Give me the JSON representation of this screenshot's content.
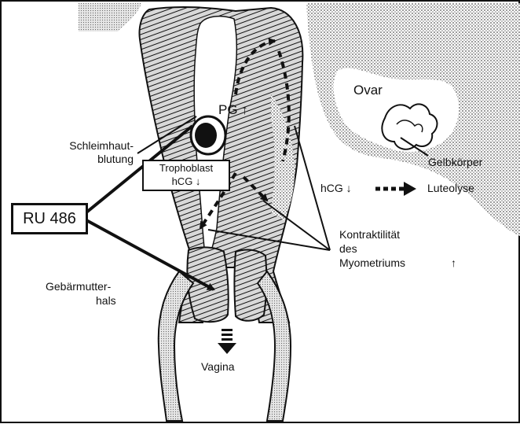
{
  "labels": {
    "ru486": "RU 486",
    "schleimhaut_line1": "Schleimhaut-",
    "schleimhaut_line2": "blutung",
    "trophoblast_line1": "Trophoblast",
    "trophoblast_line2": "hCG ↓",
    "pg": "PG ↑",
    "ovar": "Ovar",
    "gelbkoerper": "Gelbkörper",
    "hcg_down": "hCG ↓",
    "luteolyse": "Luteolyse",
    "kontraktilitaet_line1": "Kontraktilität",
    "kontraktilitaet_line2": "des",
    "kontraktilitaet_line3": "Myometriums",
    "kontraktilitaet_arrow": "↑",
    "gebaermutter_line1": "Gebärmutter-",
    "gebaermutter_line2": "hals",
    "vagina": "Vagina"
  },
  "colors": {
    "ink": "#111111",
    "stipple": "#bdbdbd",
    "background": "#ffffff"
  }
}
